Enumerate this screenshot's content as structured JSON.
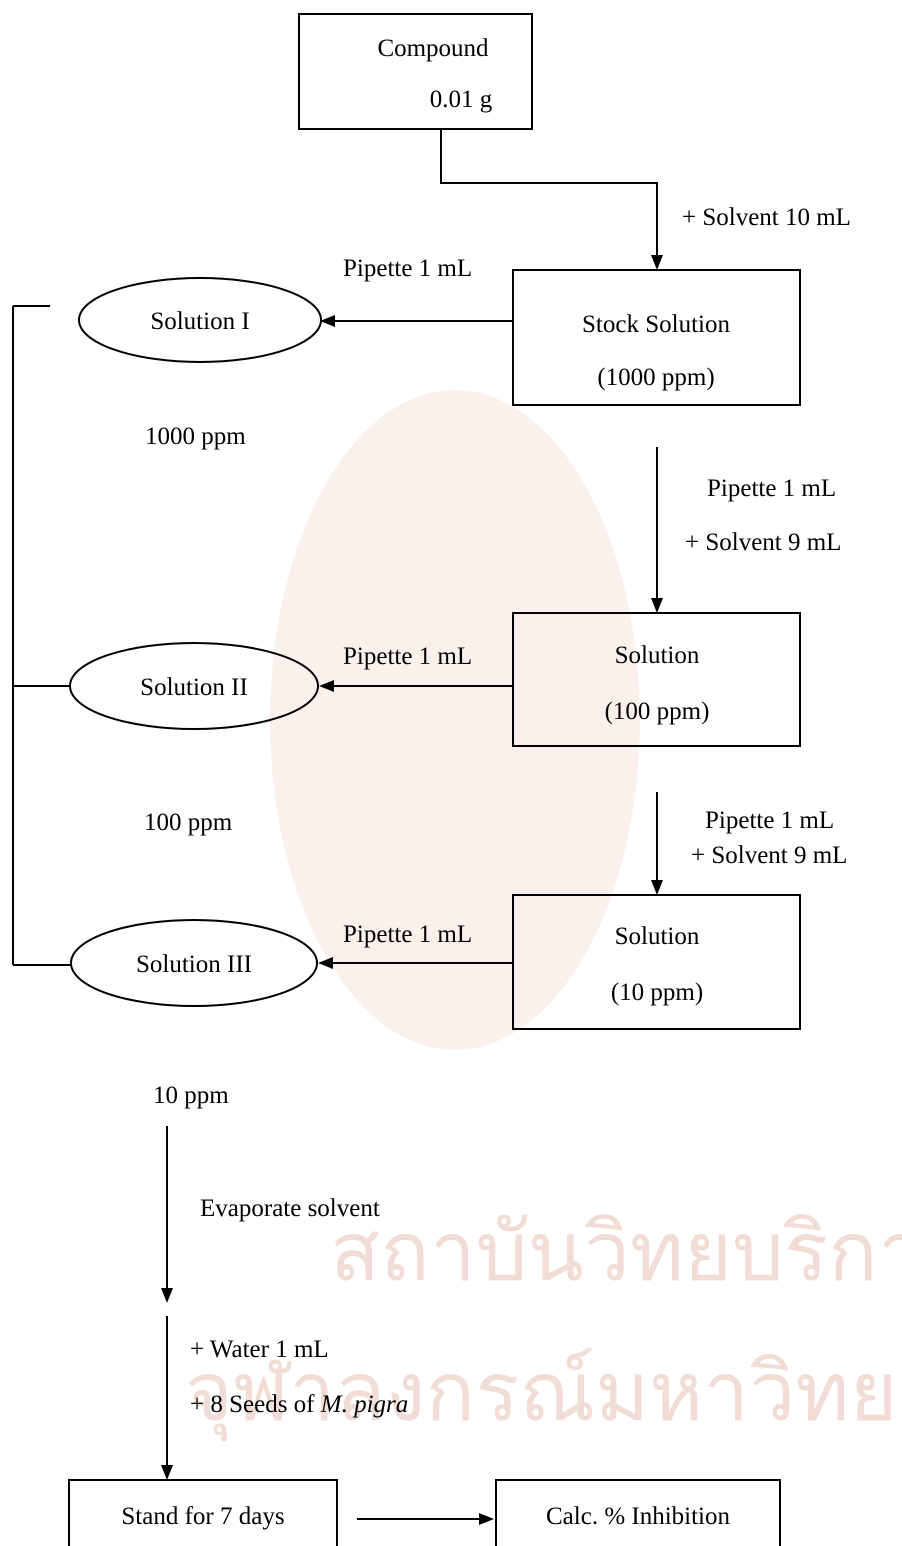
{
  "nodes": {
    "compound": {
      "line1": "Compound",
      "line2": "0.01 g"
    },
    "stock": {
      "line1": "Stock Solution",
      "line2": "(1000 ppm)"
    },
    "solution_100": {
      "line1": "Solution",
      "line2": "(100 ppm)"
    },
    "solution_10": {
      "line1": "Solution",
      "line2": "(10 ppm)"
    },
    "solution_i": {
      "label": "Solution I",
      "concentration": "1000 ppm"
    },
    "solution_ii": {
      "label": "Solution II",
      "concentration": "100 ppm"
    },
    "solution_iii": {
      "label": "Solution III",
      "concentration": "10 ppm"
    },
    "stand": {
      "label": "Stand for 7 days"
    },
    "calc": {
      "label": "Calc. % Inhibition"
    }
  },
  "steps": {
    "add_solvent_10": "+ Solvent 10 mL",
    "pipette_to_i": "Pipette 1 mL",
    "dilution_1_pipette": "Pipette 1 mL",
    "dilution_1_solvent": "+ Solvent 9 mL",
    "pipette_to_ii": "Pipette 1 mL",
    "dilution_2_pipette": "Pipette 1 mL",
    "dilution_2_solvent": "+ Solvent 9 mL",
    "pipette_to_iii": "Pipette 1 mL",
    "evaporate": "Evaporate solvent",
    "add_water": "+ Water 1 mL",
    "add_seeds_prefix": "+ 8 Seeds of ",
    "add_seeds_species": "M. pigra"
  },
  "watermark": {
    "line1": "สถาบันวิทยบริการ",
    "line2": "จุฬาลงกรณ์มหาวิทยาลัย"
  },
  "colors": {
    "line": "#000000",
    "watermark": "#f1ddd6"
  }
}
